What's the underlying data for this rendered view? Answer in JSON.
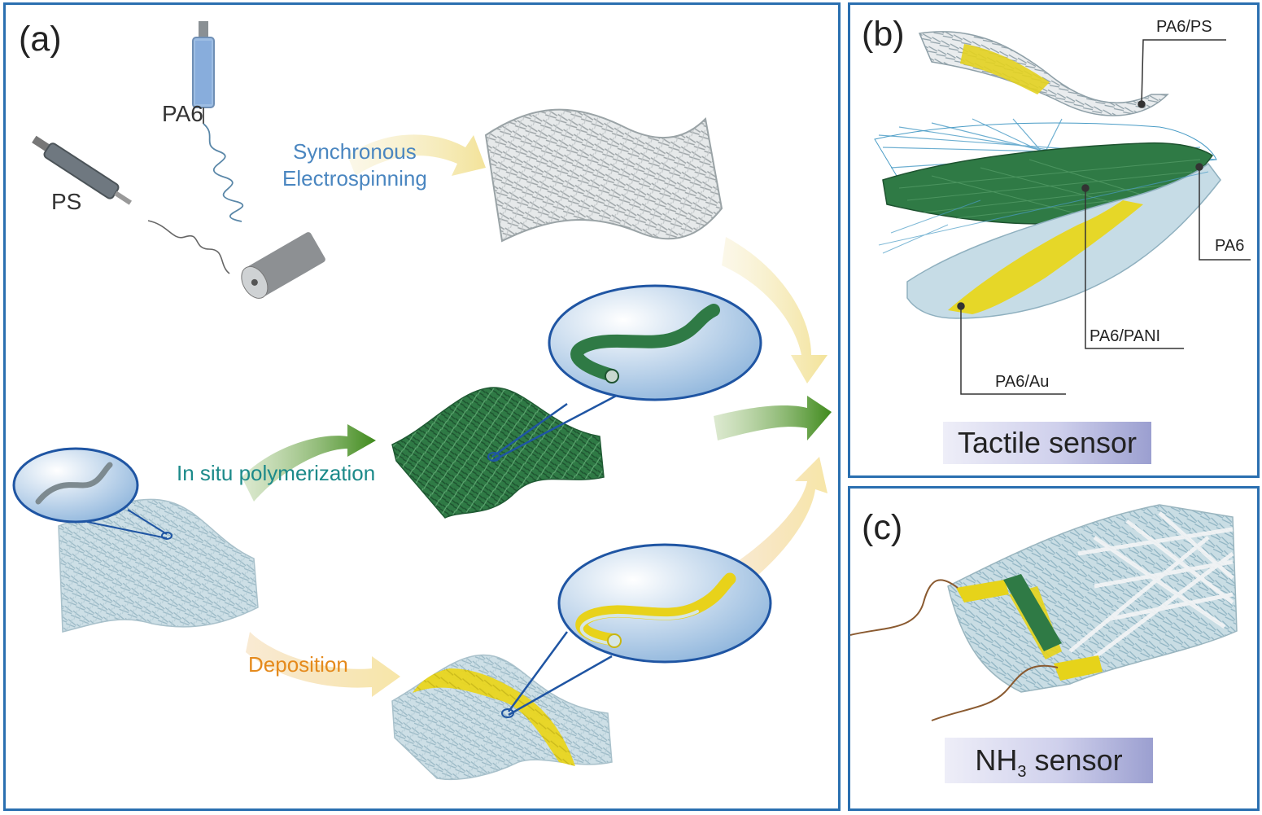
{
  "panels": {
    "a": {
      "label": "(a)"
    },
    "b": {
      "label": "(b)"
    },
    "c": {
      "label": "(c)"
    }
  },
  "labels": {
    "pa6": "PA6",
    "ps": "PS",
    "sync_line1": "Synchronous",
    "sync_line2": "Electrospinning",
    "insitu": "In situ polymerization",
    "deposition": "Deposition"
  },
  "tactile": {
    "layers": {
      "pa6_ps": "PA6/PS",
      "pa6": "PA6",
      "pa6_pani": "PA6/PANI",
      "pa6_au": "PA6/Au"
    },
    "caption": "Tactile sensor"
  },
  "nh3": {
    "caption_pre": "NH",
    "caption_sub": "3",
    "caption_post": " sensor"
  },
  "colors": {
    "frame": "#2a6fb0",
    "pani_green": "#2e7d4a",
    "au_yellow": "#e6d31a",
    "fiber_blue": "#a9c8d6",
    "sync_text": "#4a86c0",
    "insitu_text": "#1c8a8a",
    "deposition_text": "#e58a1c"
  },
  "icons": [
    "syringe-icon",
    "collector-drum-icon",
    "fiber-mat-icon",
    "zoom-bubble-icon",
    "process-arrow-icon"
  ]
}
